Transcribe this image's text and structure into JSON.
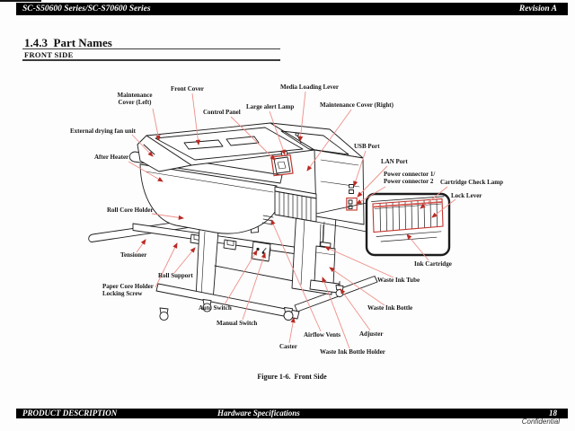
{
  "page": {
    "header": {
      "left": "SC-S50600 Series/SC-S70600 Series",
      "right": "Revision A"
    },
    "section_title": "1.4.3  Part Names",
    "subsection_title": "FRONT SIDE",
    "figure_caption": "Figure 1-6.  Front Side",
    "footer": {
      "left": "PRODUCT DESCRIPTION",
      "center": "Hardware Specifications",
      "page_number": "18",
      "confidential": "Confidential"
    }
  },
  "colors": {
    "header_bar": "#000000",
    "callout_line": "#ef8f88",
    "callout_arrow": "#b92a24",
    "highlight_red": "#c2342c"
  },
  "diagram": {
    "labels": {
      "maintenance_cover_left": "Maintenance Cover (Left)",
      "front_cover": "Front Cover",
      "media_loading_lever": "Media Loading Lever",
      "control_panel": "Control Panel",
      "large_alert_lamp": "Large alert Lamp",
      "maintenance_cover_right": "Maintenance Cover (Right)",
      "external_drying_fan_unit": "External drying fan unit",
      "after_heater": "After Heater",
      "usb_port": "USB Port",
      "lan_port": "LAN Port",
      "power_connector_1": "Power connector 1/",
      "power_connector_2": "Power connector 2",
      "cartridge_check_lamp": "Cartridge Check Lamp",
      "lock_lever": "Lock Lever",
      "ink_cartridge": "Ink Cartridge",
      "roll_core_holder": "Roll Core Holder",
      "tensioner": "Tensioner",
      "roll_support": "Roll Support",
      "paper_core_holder_locking_screw": "Paper Core Holder Locking Screw",
      "auto_switch": "Auto Switch",
      "manual_switch": "Manual Switch",
      "caster": "Caster",
      "airflow_vents": "Airflow Vents",
      "waste_ink_bottle_holder": "Waste Ink Bottle Holder",
      "adjuster": "Adjuster",
      "waste_ink_bottle": "Waste Ink Bottle",
      "waste_ink_tube": "Waste Ink Tube"
    }
  }
}
